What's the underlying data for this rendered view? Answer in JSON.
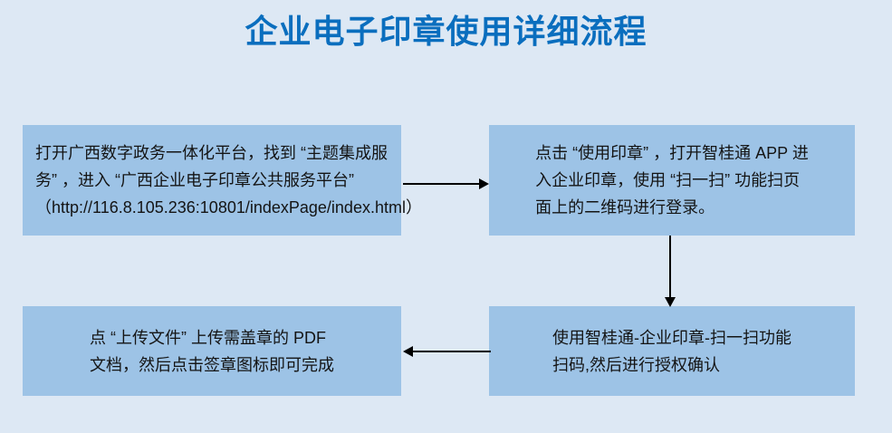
{
  "page": {
    "background_color": "#dde8f4",
    "box_fill_color": "#9dc3e6",
    "box_text_color": "#141414",
    "arrow_color": "#000000"
  },
  "title": {
    "text": "企业电子印章使用详细流程",
    "color": "#0a6ebe"
  },
  "flowchart": {
    "steps": [
      {
        "id": "step-1",
        "lines": [
          "打开广西数字政务一体化平台，找到 “主题集成服",
          "务” ，进入 “广西企业电子印章公共服务平台”",
          "（http://116.8.105.236:10801/indexPage/index.html）"
        ]
      },
      {
        "id": "step-2",
        "lines": [
          "点击 “使用印章” ，打开智桂通 APP 进",
          "入企业印章，使用 “扫一扫” 功能扫页",
          "面上的二维码进行登录。"
        ]
      },
      {
        "id": "step-3",
        "lines": [
          "使用智桂通-企业印章-扫一扫功能",
          "扫码,然后进行授权确认"
        ]
      },
      {
        "id": "step-4",
        "lines": [
          "点 “上传文件” 上传需盖章的  PDF",
          "文档，然后点击签章图标即可完成"
        ]
      }
    ],
    "arrows": [
      {
        "id": "arrow-step1-to-step2",
        "direction": "right"
      },
      {
        "id": "arrow-step2-to-step3",
        "direction": "down"
      },
      {
        "id": "arrow-step3-to-step4",
        "direction": "left"
      }
    ]
  }
}
